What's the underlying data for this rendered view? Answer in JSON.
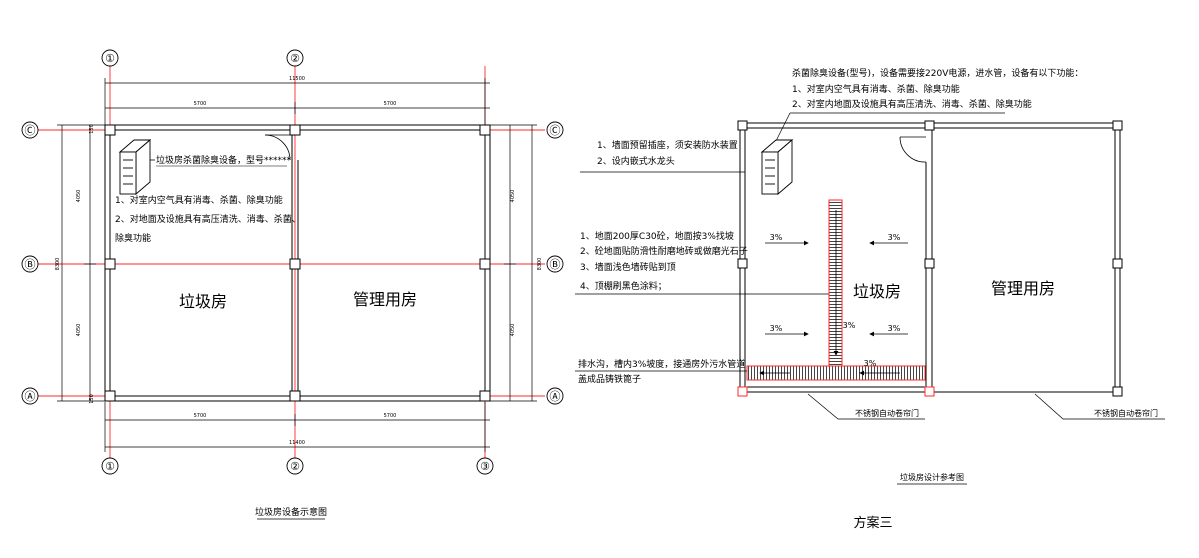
{
  "drawing_left": {
    "axes_vertical": [
      "①",
      "②",
      "③"
    ],
    "axes_horizontal": [
      "Ⓒ",
      "Ⓑ",
      "Ⓐ"
    ],
    "dim_total_top": "11500",
    "dim_bay_1": "5700",
    "dim_bay_2": "5700",
    "dim_total_bottom": "11400",
    "dim_bottom_bay_1": "5700",
    "dim_bottom_bay_2": "5700",
    "dim_depth_1": "4050",
    "dim_depth_2": "4050",
    "dim_depth_total": "8300",
    "dim_wall": "150",
    "equipment_label": "垃圾房杀菌除臭设备，型号******",
    "equipment_notes": [
      "1、对室内空气具有消毒、杀菌、除臭功能",
      "2、对地面及设施具有高压清洗、消毒、杀菌、",
      "除臭功能"
    ],
    "room_1": "垃圾房",
    "room_2": "管理用房",
    "caption": "垃圾房设备示意图"
  },
  "drawing_right": {
    "top_notes": [
      "杀菌除臭设备(型号)，设备需要接220V电源，进水管，设备有以下功能：",
      "1、对室内空气具有消毒、杀菌、除臭功能",
      "2、对室内地面及设施具有高压清洗、消毒、杀菌、除臭功能"
    ],
    "wall_notes": [
      "1、墙面预留插座，须安装防水装置",
      "2、设内嵌式水龙头"
    ],
    "floor_notes": [
      "1、地面200厚C30砼，地面按3%找坡",
      "2、砼地面贴防滑性耐磨地砖或做磨光石子",
      "3、墙面浅色墙砖贴到顶",
      "4、顶棚刷黑色涂料；"
    ],
    "drain_notes": [
      "排水沟，槽内3%坡度，接通房外污水管道",
      "盖成品铸铁篦子"
    ],
    "slope_label": "3%",
    "room_1": "垃圾房",
    "room_2": "管理用房",
    "door_1": "不锈钢自动卷帘门",
    "door_2": "不锈钢自动卷帘门",
    "caption": "垃圾房设计参考图",
    "scheme": "方案三"
  }
}
